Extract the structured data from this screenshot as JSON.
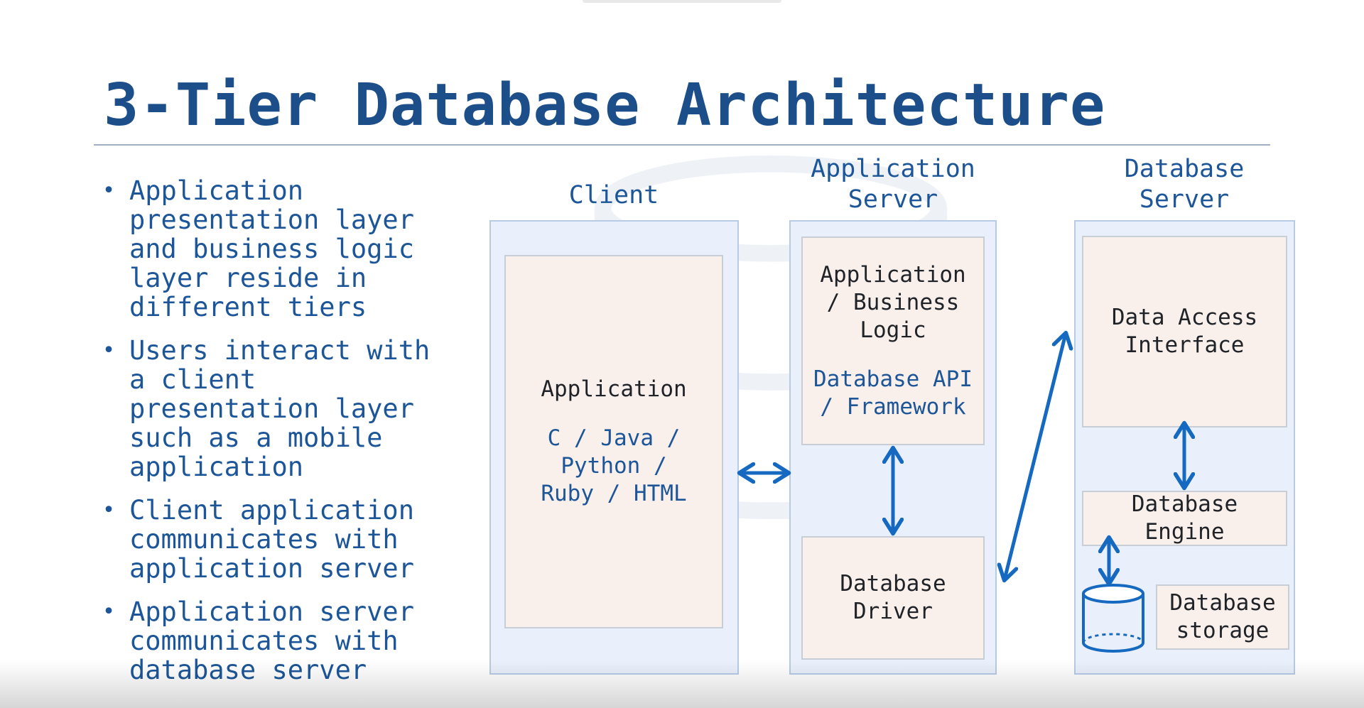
{
  "slide": {
    "title": "3-Tier Database Architecture",
    "bullets": [
      "Application\npresentation layer\nand business logic\nlayer reside in\ndifferent tiers",
      "Users interact with\na client\npresentation layer\nsuch as a mobile\napplication",
      "Client application\ncommunicates with\napplication server",
      "Application server\ncommunicates with\ndatabase server"
    ]
  },
  "diagram": {
    "client": {
      "label": "Client",
      "box_title": "Application",
      "box_sub": "C / Java /\nPython /\nRuby / HTML"
    },
    "app_server": {
      "label": "Application\nServer",
      "logic_title": "Application\n/ Business\nLogic",
      "logic_sub": "Database API\n/ Framework",
      "driver": "Database\nDriver"
    },
    "db_server": {
      "label": "Database\nServer",
      "access": "Data Access\nInterface",
      "engine": "Database\nEngine",
      "storage": "Database\nstorage"
    }
  },
  "colors": {
    "title": "#1c4e8a",
    "accent": "#1c5699",
    "arrow": "#1669c0",
    "panel_fill": "#e9f0fb",
    "box_fill": "#f9efeb"
  }
}
